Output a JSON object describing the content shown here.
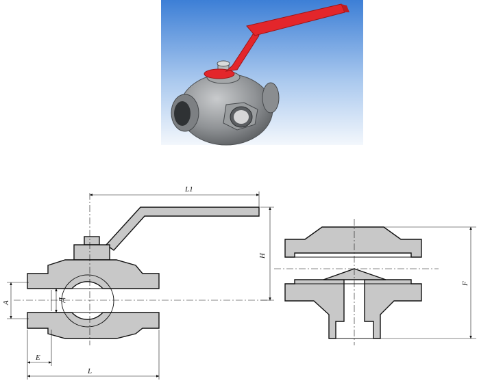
{
  "figure": {
    "render_alt": "",
    "dimensions": {
      "L1": "L1",
      "H": "H",
      "A": "A",
      "D": "Д",
      "E": "E",
      "L": "L",
      "F": "F"
    }
  },
  "colors": {
    "background": "#ffffff",
    "sky_top": "#3d7fd6",
    "sky_bottom": "#eef4fb",
    "valve_body": "#8f9295",
    "handle": "#e3262b",
    "section_fill": "#c8c8c8",
    "lines": "#111111"
  }
}
